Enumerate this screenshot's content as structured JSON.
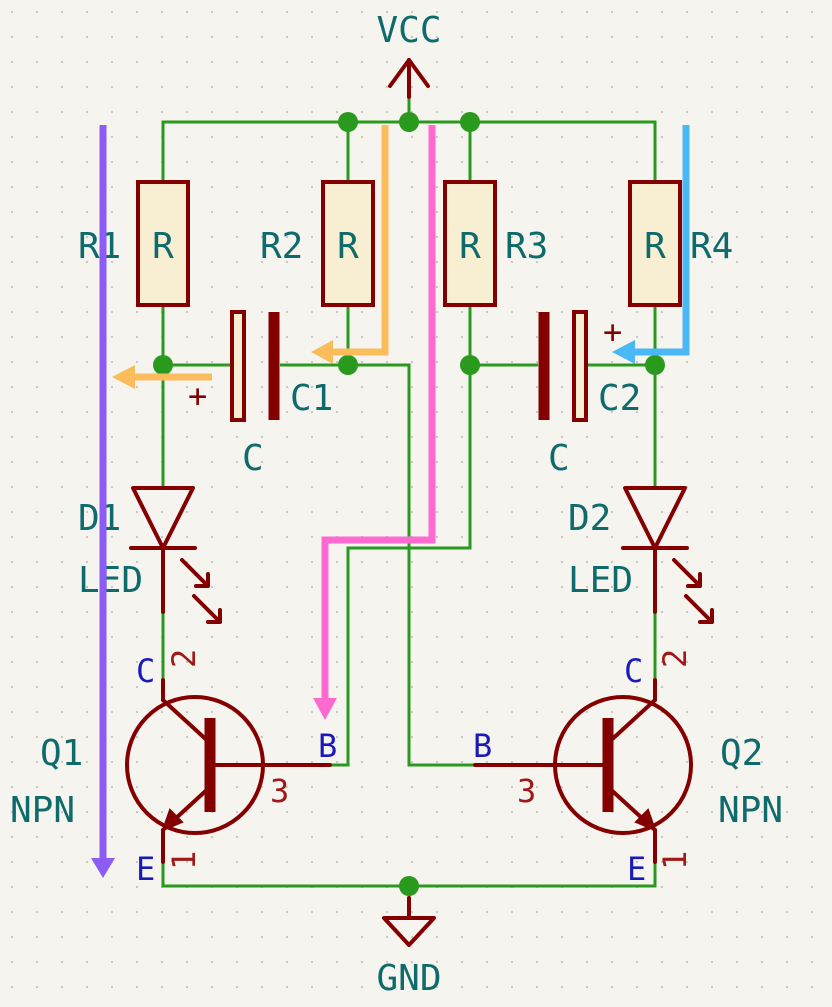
{
  "colors": {
    "background": "#f5f4ef",
    "wire": "#2a9a1f",
    "symbol": "#840000",
    "reference_text": "#0f6b6b",
    "pin_name_text": "#1a1ab8",
    "pin_number_text": "#a01818",
    "arrow_purple": "#8c5cf5",
    "arrow_orange": "#fbbd5c",
    "arrow_pink": "#ff6ad0",
    "arrow_blue": "#4ab8f5"
  },
  "power": {
    "vcc": "VCC",
    "gnd": "GND"
  },
  "resistors": [
    {
      "ref": "R1",
      "value": "R"
    },
    {
      "ref": "R2",
      "value": "R"
    },
    {
      "ref": "R3",
      "value": "R"
    },
    {
      "ref": "R4",
      "value": "R"
    }
  ],
  "capacitors": [
    {
      "ref": "C1",
      "value": "C",
      "polarity": "+"
    },
    {
      "ref": "C2",
      "value": "C",
      "polarity": "+"
    }
  ],
  "leds": [
    {
      "ref": "D1",
      "value": "LED"
    },
    {
      "ref": "D2",
      "value": "LED"
    }
  ],
  "transistors": [
    {
      "ref": "Q1",
      "value": "NPN",
      "pin_c": "C",
      "pin_b": "B",
      "pin_e": "E",
      "num_c": "2",
      "num_b": "3",
      "num_e": "1"
    },
    {
      "ref": "Q2",
      "value": "NPN",
      "pin_c": "C",
      "pin_b": "B",
      "pin_e": "E",
      "num_c": "2",
      "num_b": "3",
      "num_e": "1"
    }
  ]
}
